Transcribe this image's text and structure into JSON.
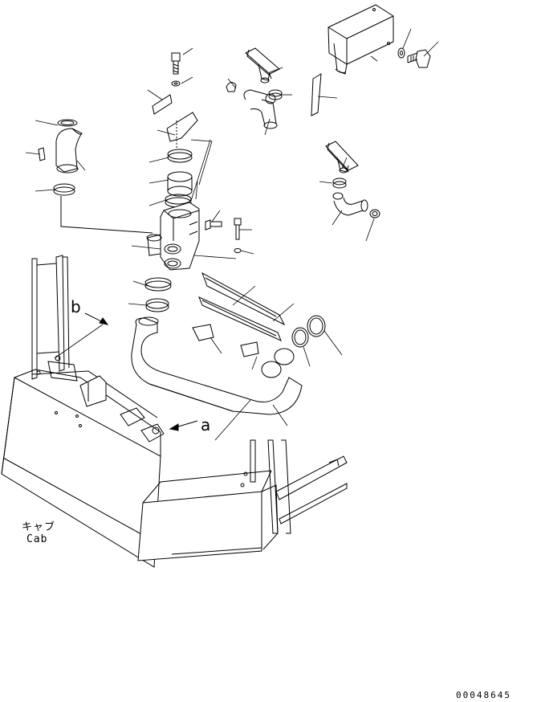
{
  "labels": {
    "cab_japanese": "キャブ",
    "cab_english": "Cab",
    "view_a": "a",
    "view_b": "b",
    "drawing_number": "00048645"
  },
  "colors": {
    "line": "#000000",
    "background": "#ffffff"
  }
}
